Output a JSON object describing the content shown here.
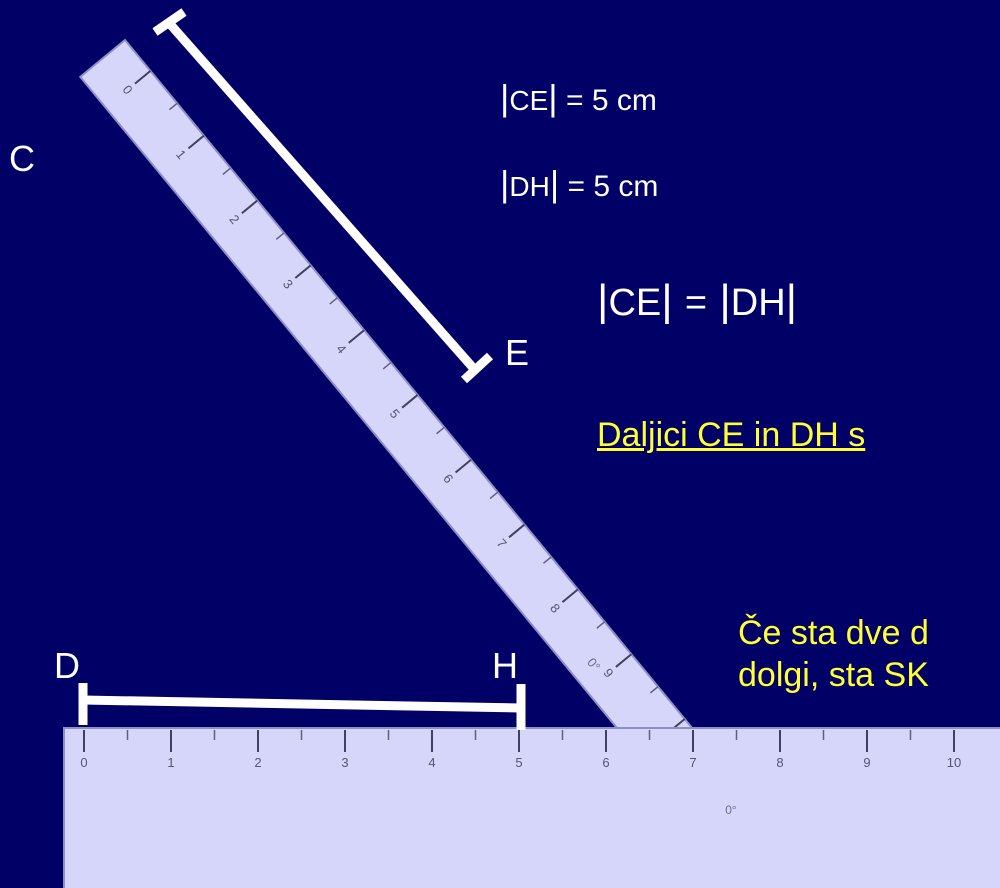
{
  "points": {
    "C": "C",
    "D": "D",
    "E": "E",
    "H": "H"
  },
  "measurements": [
    {
      "name": "CE",
      "value": "= 5 cm"
    },
    {
      "name": "DH",
      "value": "= 5 cm"
    }
  ],
  "equation": {
    "left": "CE",
    "equals": "=",
    "right": "DH"
  },
  "statement": "Daljici CE in DH s",
  "rule": {
    "line1": "Če sta dve d",
    "line2": "dolgi, sta SK"
  },
  "ruler": {
    "ticks": [
      "0",
      "1",
      "2",
      "3",
      "4",
      "5",
      "6",
      "7",
      "8",
      "9",
      "10"
    ],
    "angle_mark": "0°"
  },
  "colors": {
    "background": "#000066",
    "ruler": "#d6d6fa",
    "ruler_edge": "#8f8fc8",
    "segment": "#ffffff",
    "highlight_text": "#ffff33"
  }
}
